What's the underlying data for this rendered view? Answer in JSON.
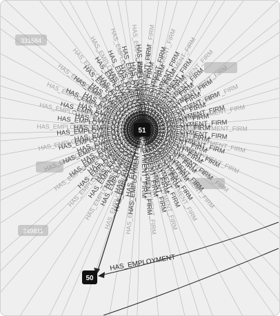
{
  "graph": {
    "hub_node": {
      "label": "51"
    },
    "target_node": {
      "label": "50"
    },
    "ghost_nodes": [
      {
        "label": "331684"
      },
      {
        "label": "249811"
      },
      {
        "label": ""
      },
      {
        "label": ""
      },
      {
        "label": ""
      }
    ],
    "edge_label_primary": "HAS_EMPLOYMENT_FIRM",
    "edge_label_highlight": "HAS_EMPLOYMENT"
  },
  "colors": {
    "background": "#efefef",
    "frame": "#d0d0d0",
    "node_fill": "#111111",
    "node_text": "#ffffff",
    "ghost_node_fill": "#c9c9c9",
    "ghost_node_text": "#ffffff",
    "edge": "#9a9a9a",
    "edge_dark": "#222222",
    "label_dark": "#222222",
    "label_light": "#8a8a8a"
  }
}
